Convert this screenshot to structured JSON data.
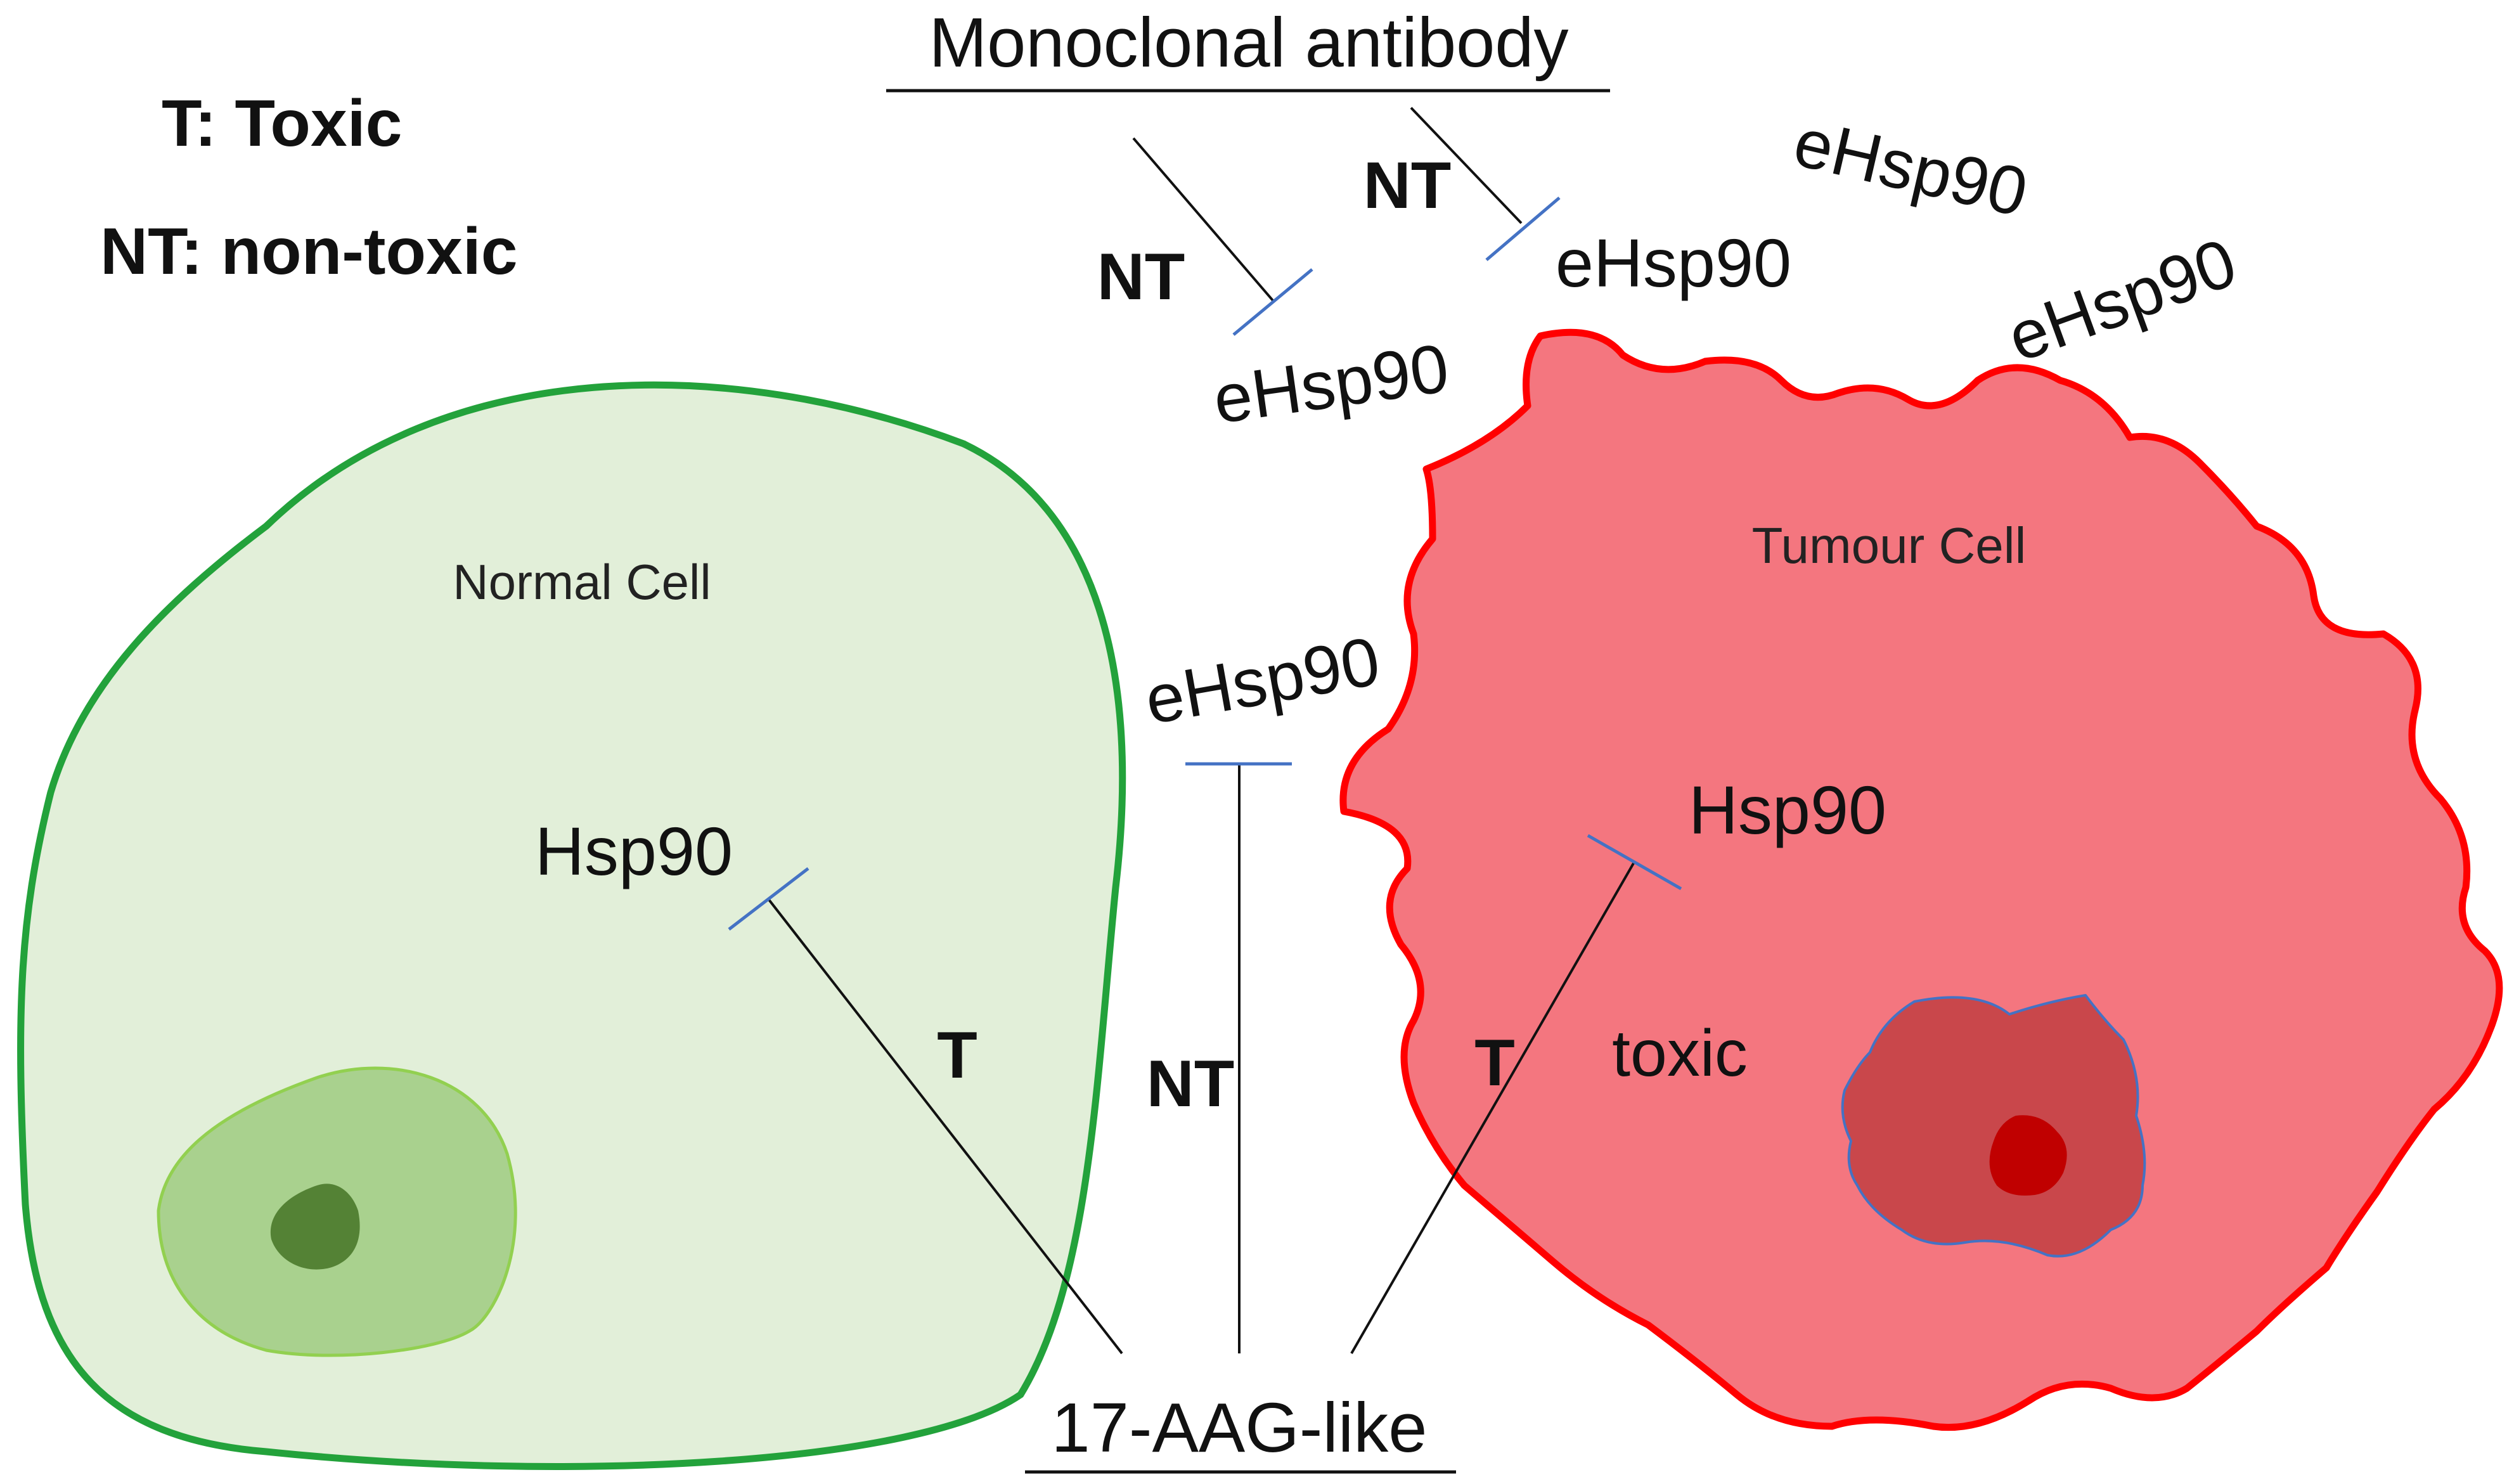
{
  "legend": {
    "toxic": "T: Toxic",
    "non_toxic": "NT: non-toxic"
  },
  "top_label": "Monoclonal antibody",
  "bottom_label": "17-AAG-like",
  "cells": {
    "normal": {
      "label": "Normal Cell",
      "target": "Hsp90",
      "effect": "T"
    },
    "tumour": {
      "label": "Tumour Cell",
      "target": "Hsp90",
      "effect": "T",
      "note": "toxic"
    }
  },
  "extracellular": {
    "labels": [
      "eHsp90",
      "eHsp90",
      "eHsp90",
      "eHsp90",
      "eHsp90"
    ],
    "antibody_effects": [
      "NT",
      "NT"
    ],
    "drug_effect": "NT"
  },
  "colors": {
    "normal_cell_fill": "#e2efd9",
    "normal_cell_border": "#23a23b",
    "normal_nucleus": "#a9d18e",
    "normal_nucleolus": "#548235",
    "tumour_cell_fill": "#f4767f",
    "tumour_cell_border": "#ff0000",
    "tumour_nucleus": "#c9474b",
    "tumour_nucleolus": "#c00000",
    "inhibitor_bar": "#4472c4",
    "line": "#000000"
  }
}
